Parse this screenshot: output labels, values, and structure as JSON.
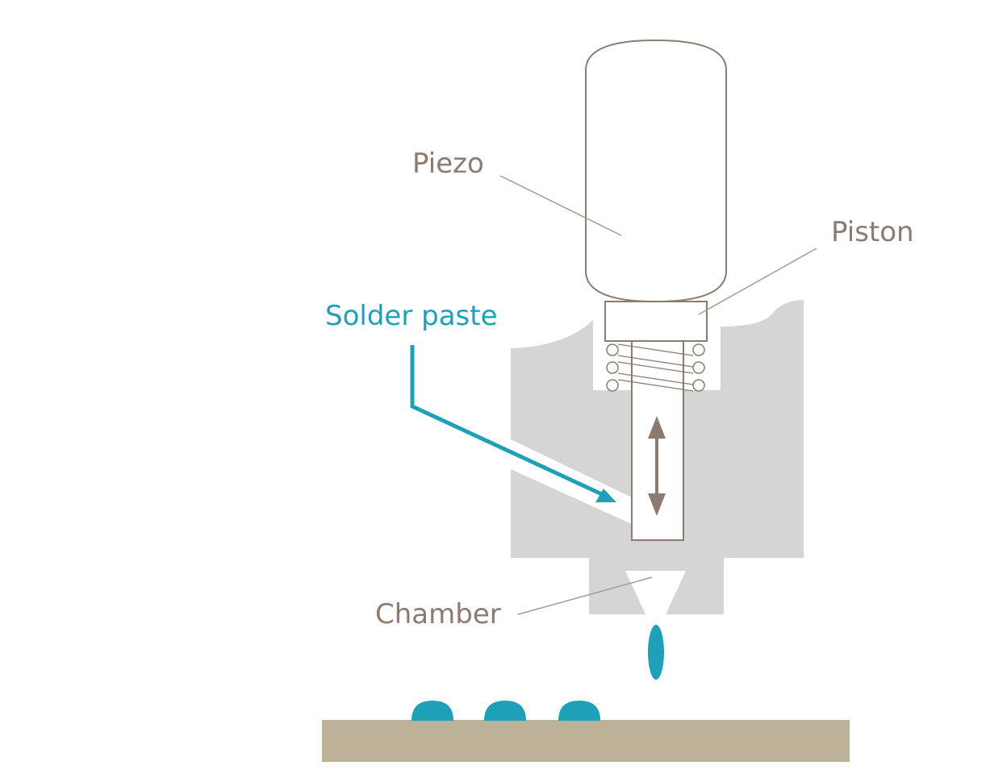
{
  "labels": {
    "piezo": "Piezo",
    "piston": "Piston",
    "solder_paste": "Solder paste",
    "chamber": "Chamber"
  },
  "colors": {
    "housing": "#d5d5d5",
    "outline": "#8c7b70",
    "leader": "#a8998e",
    "paste": "#1fa0b9",
    "board": "#bdb198",
    "label_text": "#8c7b70",
    "paste_label_text": "#1fa0b9",
    "background": "#ffffff"
  },
  "counts": {
    "deposited_dots": 3,
    "spring_coils": 3
  }
}
